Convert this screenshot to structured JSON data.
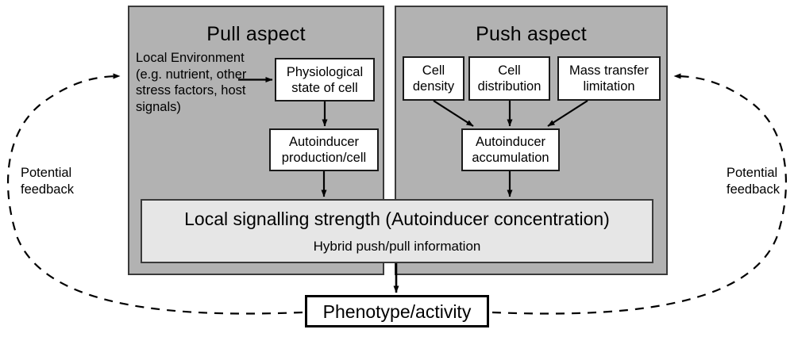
{
  "diagram": {
    "title": "Push and pull aspects of quorum sensing signalling",
    "background_color": "#ffffff",
    "panel_color": "#b2b2b2",
    "band_color": "#e6e6e6",
    "line_color": "#000000"
  },
  "panels": [
    {
      "id": "pull",
      "title": "Pull aspect",
      "free_text": "Local Environment\n(e.g. nutrient, other\nstress factors, host\nsignals)",
      "boxes": [
        {
          "id": "physiological-state",
          "label": "Physiological\nstate of cell"
        },
        {
          "id": "autoinducer-production",
          "label": "Autoinducer\nproduction/cell"
        }
      ]
    },
    {
      "id": "push",
      "title": "Push aspect",
      "boxes": [
        {
          "id": "cell-density",
          "label": "Cell\ndensity"
        },
        {
          "id": "cell-distribution",
          "label": "Cell\ndistribution"
        },
        {
          "id": "mass-transfer-limitation",
          "label": "Mass transfer\nlimitation"
        },
        {
          "id": "autoinducer-accumulation",
          "label": "Autoinducer\naccumulation"
        }
      ]
    }
  ],
  "signal_band": {
    "main": "Local signalling strength (Autoinducer concentration)",
    "sub": "Hybrid push/pull information"
  },
  "outcome": {
    "label": "Phenotype/activity"
  },
  "feedback": {
    "left_label": "Potential\nfeedback",
    "right_label": "Potential\nfeedback"
  }
}
